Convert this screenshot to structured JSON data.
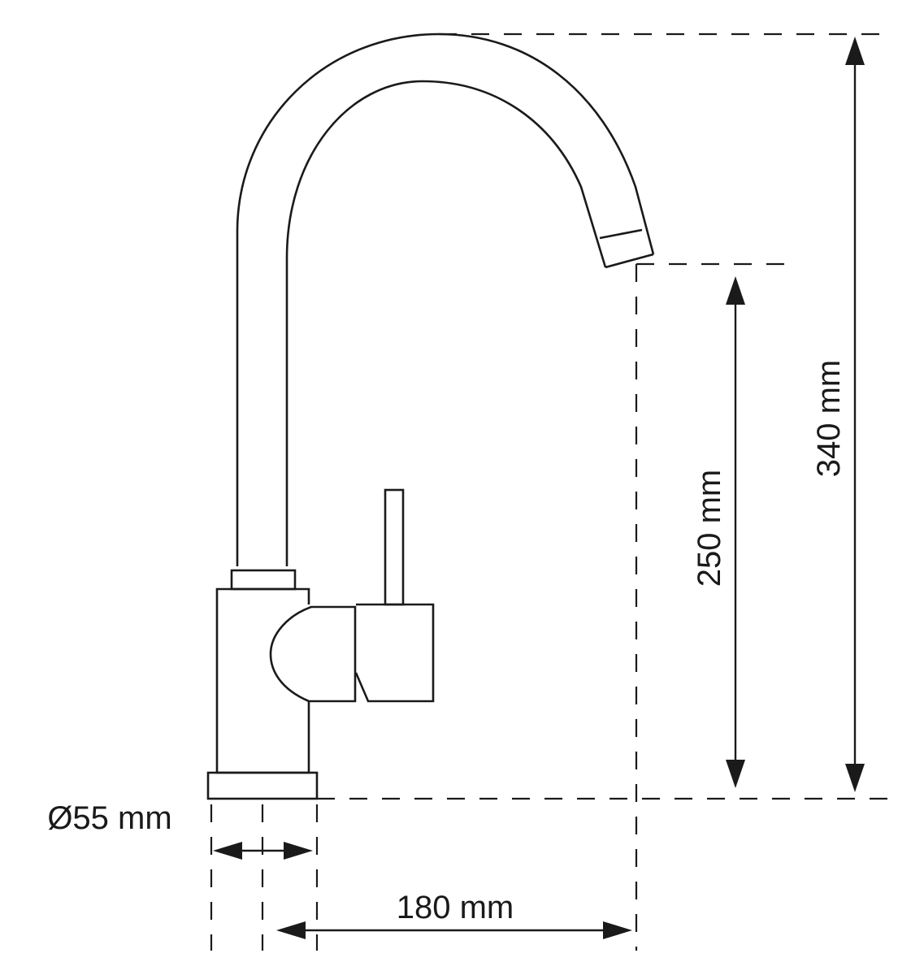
{
  "diagram": {
    "subject": "faucet",
    "dimensions": {
      "total_height": "340 mm",
      "spout_height": "250 mm",
      "base_diameter": "Ø55 mm",
      "reach": "180 mm"
    },
    "colors": {
      "line": "#1a1a1a",
      "background": "#ffffff"
    }
  }
}
